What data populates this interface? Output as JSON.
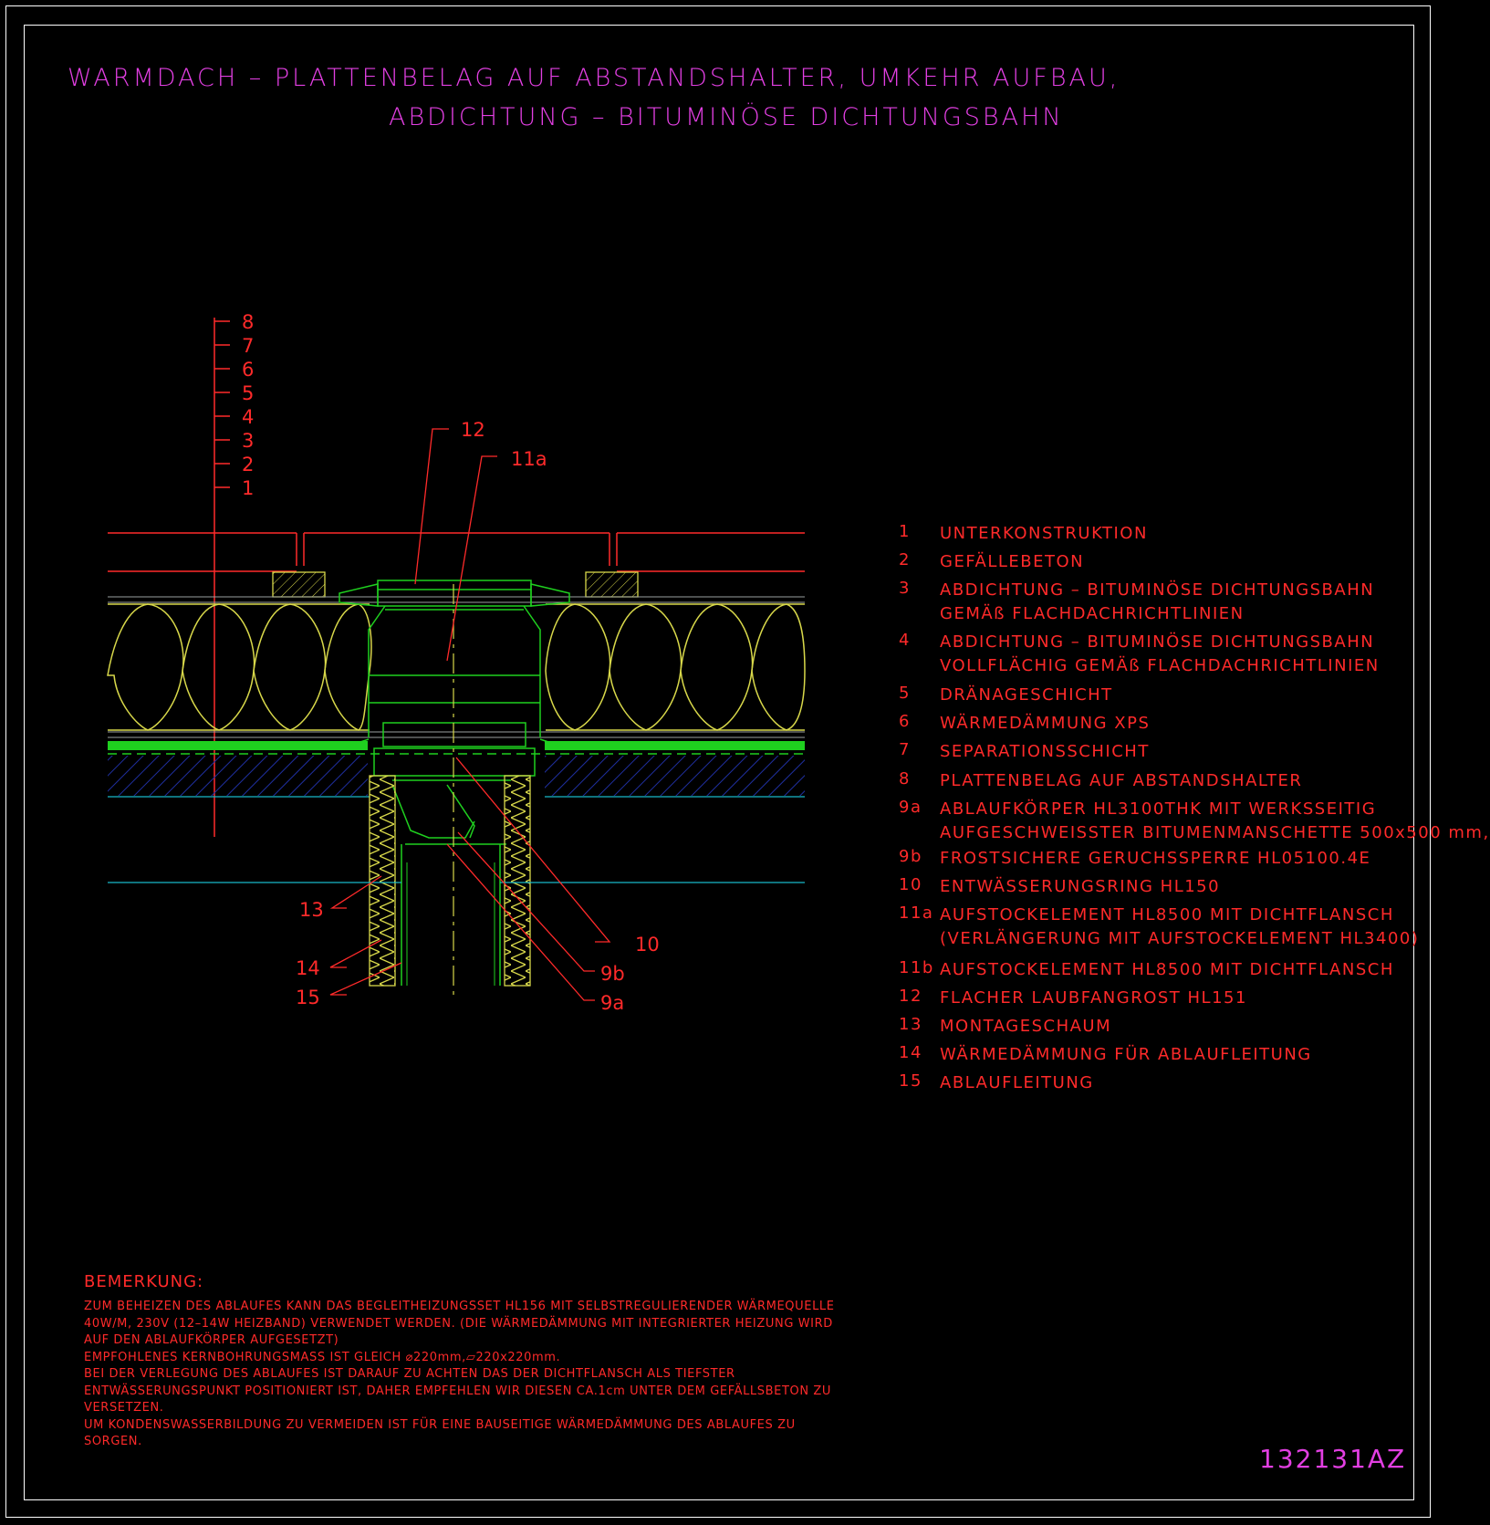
{
  "title": {
    "line1": "WARMDACH – PLATTENBELAG AUF ABSTANDSHALTER, UMKEHR AUFBAU,",
    "line2": "ABDICHTUNG – BITUMINÖSE DICHTUNGSBAHN"
  },
  "layer_labels": [
    "8",
    "7",
    "6",
    "5",
    "4",
    "3",
    "2",
    "1"
  ],
  "callouts": {
    "c12": "12",
    "c11a": "11a",
    "c13": "13",
    "c14": "14",
    "c15": "15",
    "c10": "10",
    "c9b": "9b",
    "c9a": "9a"
  },
  "legend": [
    {
      "num": "1",
      "text": "UNTERKONSTRUKTION"
    },
    {
      "num": "2",
      "text": "GEFÄLLEBETON"
    },
    {
      "num": "3",
      "text": "ABDICHTUNG – BITUMINÖSE DICHTUNGSBAHN\nGEMÄß FLACHDACHRICHTLINIEN"
    },
    {
      "num": "4",
      "text": "ABDICHTUNG – BITUMINÖSE DICHTUNGSBAHN\nVOLLFLÄCHIG GEMÄß FLACHDACHRICHTLINIEN"
    },
    {
      "num": "5",
      "text": "DRÄNAGESCHICHT"
    },
    {
      "num": "6",
      "text": "WÄRMEDÄMMUNG XPS"
    },
    {
      "num": "7",
      "text": "SEPARATIONSSCHICHT"
    },
    {
      "num": "8",
      "text": "PLATTENBELAG AUF ABSTANDSHALTER"
    },
    {
      "num": "9a",
      "text": "ABLAUFKÖRPER HL3100THK MIT WERKSSEITIG\nAUFGESCHWEISSTER BITUMENMANSCHETTE 500x500 mm,"
    },
    {
      "num": "9b",
      "text": "FROSTSICHERE GERUCHSSPERRE HL05100.4E"
    },
    {
      "num": "10",
      "text": "ENTWÄSSERUNGSRING HL150"
    },
    {
      "num": "11a",
      "text": "AUFSTOCKELEMENT HL8500 MIT DICHTFLANSCH\n(VERLÄNGERUNG MIT AUFSTOCKELEMENT HL3400)"
    },
    {
      "num": "11b",
      "text": "AUFSTOCKELEMENT HL8500 MIT DICHTFLANSCH"
    },
    {
      "num": "12",
      "text": "FLACHER LAUBFANGROST HL151"
    },
    {
      "num": "13",
      "text": "MONTAGESCHAUM"
    },
    {
      "num": "14",
      "text": "WÄRMEDÄMMUNG FÜR ABLAUFLEITUNG"
    },
    {
      "num": "15",
      "text": "ABLAUFLEITUNG"
    }
  ],
  "remarks": {
    "heading": "BEMERKUNG:",
    "lines": [
      "ZUM BEHEIZEN DES ABLAUFES KANN DAS BEGLEITHEIZUNGSSET HL156 MIT SELBSTREGULIERENDER WÄRMEQUELLE",
      "40W/M, 230V (12–14W HEIZBAND) VERWENDET WERDEN. (DIE WÄRMEDÄMMUNG MIT INTEGRIERTER HEIZUNG WIRD",
      "AUF DEN ABLAUFKÖRPER AUFGESETZT)",
      "EMPFOHLENES KERNBOHRUNGSMASS IST GLEICH ⌀220mm,▱220x220mm.",
      "BEI DER VERLEGUNG DES ABLAUFES IST DARAUF ZU ACHTEN DAS DER DICHTFLANSCH ALS TIEFSTER",
      "ENTWÄSSERUNGSPUNKT POSITIONIERT IST, DAHER EMPFEHLEN WIR DIESEN CA.1cm UNTER DEM GEFÄLLSBETON ZU",
      "VERSETZEN.",
      "UM KONDENSWASSERBILDUNG ZU VERMEIDEN IST FÜR EINE BAUSEITIGE WÄRMEDÄMMUNG DES ABLAUFES ZU",
      "SORGEN."
    ]
  },
  "drawing_number": "132131AZ",
  "colors": {
    "title": "#e23fe2",
    "annotation": "#ff2a2a",
    "insulation": "#d8d84a",
    "drain": "#1fd01f",
    "concrete": "#1f2fa0",
    "pipe_line": "#18b8c8"
  }
}
